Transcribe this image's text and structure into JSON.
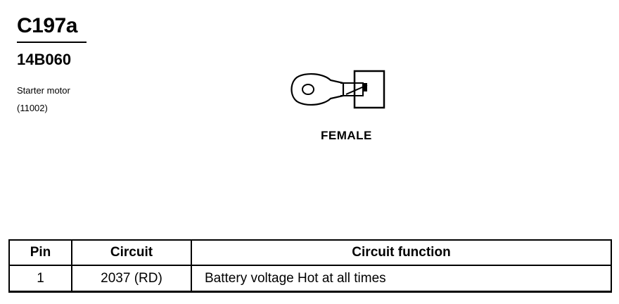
{
  "connector": {
    "id": "C197a",
    "part_number": "14B060",
    "description_line1": "Starter motor",
    "description_line2": "(11002)"
  },
  "diagram": {
    "icon": "ring-terminal-icon",
    "gender_label": "FEMALE"
  },
  "table": {
    "headers": {
      "pin": "Pin",
      "circuit": "Circuit",
      "function": "Circuit function"
    },
    "rows": [
      {
        "pin": "1",
        "circuit": "2037 (RD)",
        "function": "Battery voltage Hot at all times"
      }
    ]
  }
}
